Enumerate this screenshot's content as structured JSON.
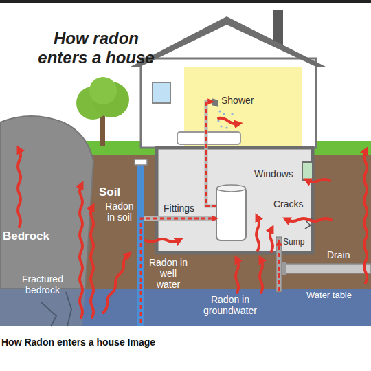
{
  "diagram": {
    "title": "How radon enters a house",
    "caption": "How Radon enters a house Image",
    "labels": [
      "Shower",
      "Bedrock",
      "Soil",
      "Radon in soil",
      "Fittings",
      "Windows",
      "Cracks",
      "Sump",
      "Radon in well water",
      "Fractured bedrock",
      "Drain",
      "Radon in groundwater",
      "Water table"
    ]
  }
}
